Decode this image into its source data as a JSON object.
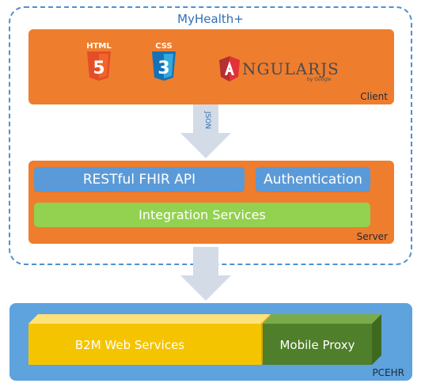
{
  "diagram": {
    "title": "MyHealth+",
    "client": {
      "label": "Client",
      "logos": [
        {
          "name": "html5-logo",
          "text": "HTML",
          "digit": "5",
          "color": "#e44d26"
        },
        {
          "name": "css3-logo",
          "text": "CSS",
          "digit": "3",
          "color": "#1572b6"
        },
        {
          "name": "angularjs-logo",
          "text": "NGULARJS",
          "sub": "by Google",
          "color": "#b52e31"
        }
      ]
    },
    "json_arrow_label": "JSON",
    "server": {
      "label": "Server",
      "restful": "RESTful FHIR API",
      "auth": "Authentication",
      "integration": "Integration Services"
    },
    "pcehr": {
      "label": "PCEHR",
      "b2m": "B2M Web Services",
      "proxy": "Mobile Proxy"
    },
    "colors": {
      "orange": "#ee7d2e",
      "blue": "#5b9ad8",
      "green": "#93d150",
      "pcehr_blue": "#5ea2de",
      "yellow": "#f5c400",
      "dark_green": "#4f7f2a"
    }
  }
}
